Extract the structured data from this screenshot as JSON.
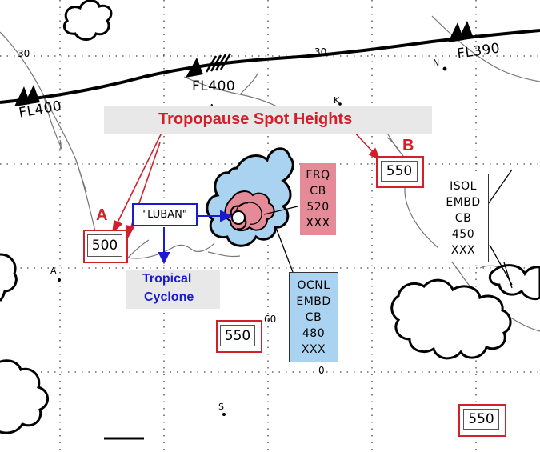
{
  "jet_streams": {
    "west_level": "FL400",
    "center_level": "FL400",
    "east_level": "FL390"
  },
  "grid_labels": {
    "lat_30_west": "30",
    "lat_30_east": "30",
    "lon_60": "60",
    "lat_0": "0"
  },
  "place_letters": {
    "a_north": "A",
    "k": "K",
    "n": "N",
    "a_west": "A",
    "s": "S"
  },
  "annotation": {
    "title": "Tropopause Spot Heights",
    "marker_a": "A",
    "marker_b": "B",
    "cyclone_name": "\"LUBAN\"",
    "cyclone_label_line1": "Tropical",
    "cyclone_label_line2": "Cyclone",
    "highlight_color": "#d0202a",
    "cyclone_color": "#1a1ad0"
  },
  "spot_heights": [
    {
      "id": "A",
      "value": "500"
    },
    {
      "id": "B",
      "value": "550"
    },
    {
      "id": "center",
      "value": "550"
    },
    {
      "id": "southeast",
      "value": "550"
    }
  ],
  "cb_areas": [
    {
      "id": "frq",
      "lines": [
        "FRQ",
        "CB",
        "520",
        "XXX"
      ],
      "fill": "#e58b97"
    },
    {
      "id": "ocnl",
      "lines": [
        "OCNL",
        "EMBD",
        "CB",
        "480",
        "XXX"
      ],
      "fill": "#a9d3f1"
    },
    {
      "id": "isol",
      "lines": [
        "ISOL",
        "EMBD",
        "CB",
        "450",
        "XXX"
      ],
      "fill": "#ffffff"
    }
  ],
  "symbols": {
    "cyclone_icon": "tropical-cyclone-icon",
    "jet_arrow_icon": "jet-stream-arrow-icon",
    "cloud_icon": "cb-cloud-icon"
  }
}
